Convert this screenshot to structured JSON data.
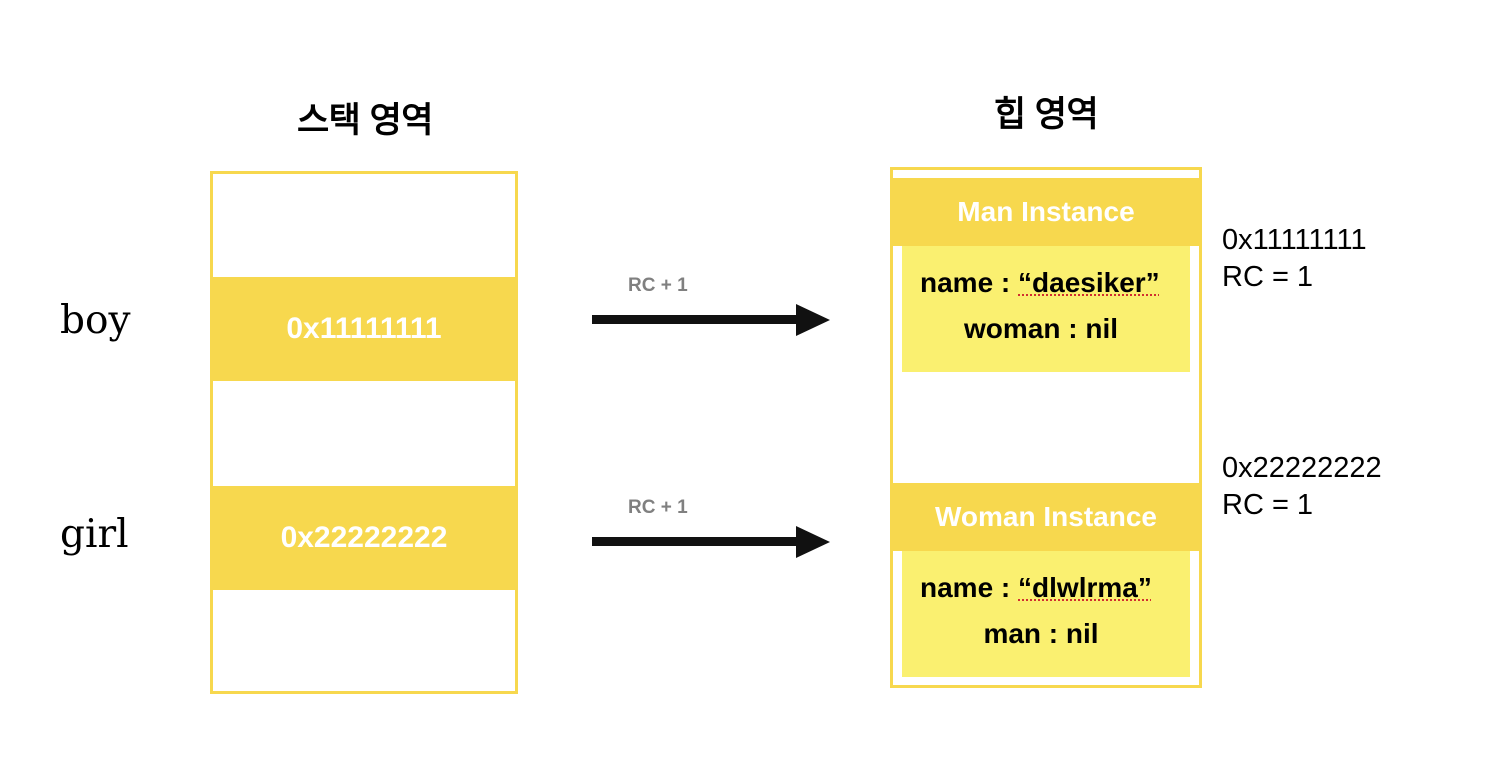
{
  "stack": {
    "title": "스택 영역",
    "slots": [
      {
        "type": "empty",
        "value": ""
      },
      {
        "type": "filled",
        "value": "0x11111111"
      },
      {
        "type": "empty",
        "value": ""
      },
      {
        "type": "filled",
        "value": "0x22222222"
      },
      {
        "type": "empty",
        "value": ""
      }
    ],
    "variables": [
      {
        "name": "boy"
      },
      {
        "name": "girl"
      }
    ]
  },
  "arrows": [
    {
      "label": "RC + 1"
    },
    {
      "label": "RC + 1"
    }
  ],
  "heap": {
    "title": "힙 영역",
    "instances": [
      {
        "header": "Man Instance",
        "fields": [
          {
            "key": "name : ",
            "value": "“daesiker”",
            "spellcheck": true
          },
          {
            "key": "woman : nil",
            "value": "",
            "spellcheck": false
          }
        ],
        "address": "0x11111111",
        "refcount": "RC = 1"
      },
      {
        "header": "Woman Instance",
        "fields": [
          {
            "key": "name : ",
            "value": "“dlwlrma”",
            "spellcheck": true
          },
          {
            "key": "man : nil",
            "value": "",
            "spellcheck": false
          }
        ],
        "address": "0x22222222",
        "refcount": "RC = 1"
      }
    ]
  },
  "colors": {
    "accent_dark": "#F7D84E",
    "accent_light": "#FAF070",
    "arrow": "#111111",
    "arrow_label": "#808080",
    "spellcheck_underline": "#D03030"
  }
}
